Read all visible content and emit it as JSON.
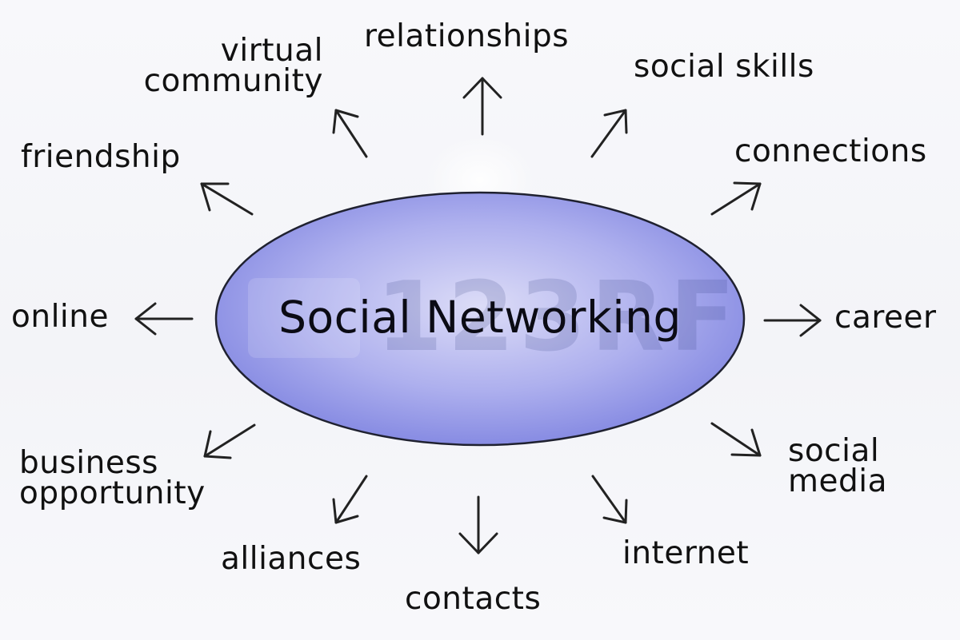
{
  "center": {
    "label": "Social Networking",
    "fill_color": "#8a8ee6",
    "stroke_color": "#1f2130"
  },
  "nodes": {
    "relationships": "relationships",
    "virtual_community": "virtual\ncommunity",
    "social_skills": "social skills",
    "friendship": "friendship",
    "connections": "connections",
    "online": "online",
    "career": "career",
    "business_opportunity": "business\nopportunity",
    "social_media": "social\nmedia",
    "alliances": "alliances",
    "internet": "internet",
    "contacts": "contacts"
  },
  "watermark": {
    "text": "123RF"
  },
  "colors": {
    "arrow": "#222222",
    "text": "#111111",
    "background": "#f5f6fa"
  }
}
